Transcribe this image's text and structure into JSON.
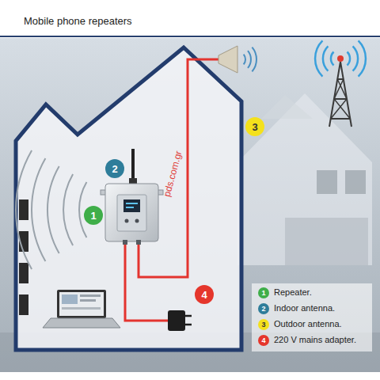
{
  "diagram": {
    "title": "Mobile phone repeaters",
    "nodes": [
      {
        "text": [
          "1"
        ]
      },
      {
        "text": [
          "2"
        ]
      },
      {
        "text": [
          "3"
        ]
      },
      {
        "text": [
          "4"
        ]
      }
    ],
    "labels": [
      "pds.com.gr",
      "1",
      "2",
      "3",
      "4"
    ],
    "legend": [
      {
        "text": "Repeater.",
        "color": "#3fae49"
      },
      {
        "text": "Indoor antenna.",
        "color": "#2e7d9a"
      },
      {
        "text": "Outdoor antenna.",
        "color": "#f4e11c"
      },
      {
        "text": "220 V mains adapter.",
        "color": "#e5362c"
      }
    ]
  }
}
